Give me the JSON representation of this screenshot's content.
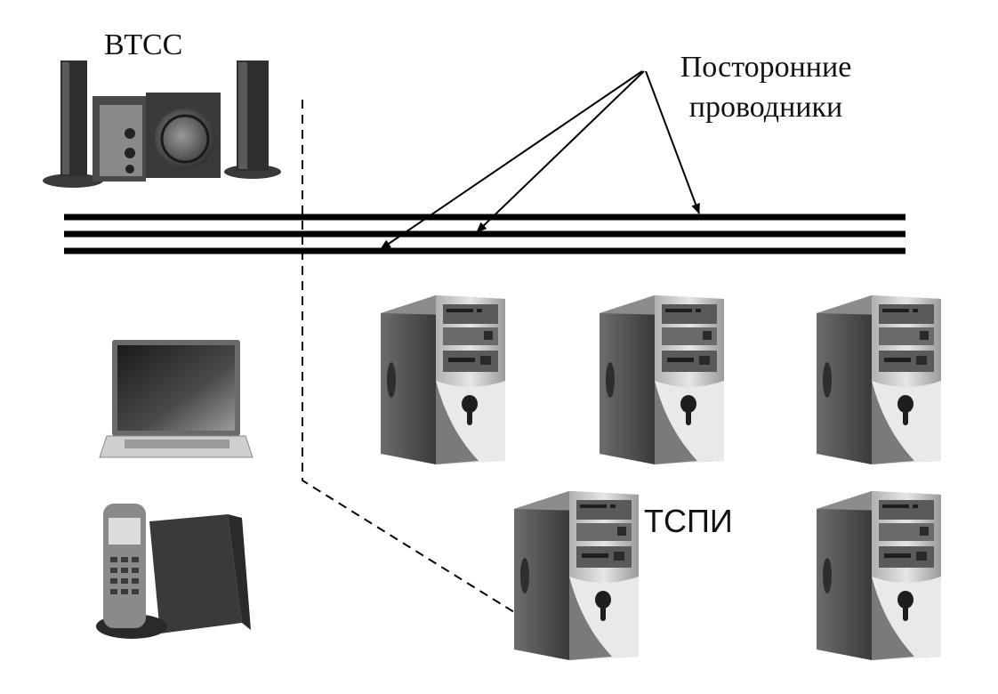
{
  "labels": {
    "vtss": "ВТСС",
    "foreign_line1": "Посторонние",
    "foreign_line2": "проводники",
    "tspi": "ТСПИ"
  },
  "objects": {
    "speakers": "speaker-system-icon",
    "laptop": "laptop-icon",
    "phone": "cordless-phone-icon",
    "towers": [
      "pc-tower-icon",
      "pc-tower-icon",
      "pc-tower-icon",
      "pc-tower-icon",
      "pc-tower-icon"
    ]
  },
  "colors": {
    "line": "#000000",
    "device_dark": "#4a4a4a",
    "device_mid": "#8a8a8a",
    "device_light": "#d6d6d6"
  }
}
